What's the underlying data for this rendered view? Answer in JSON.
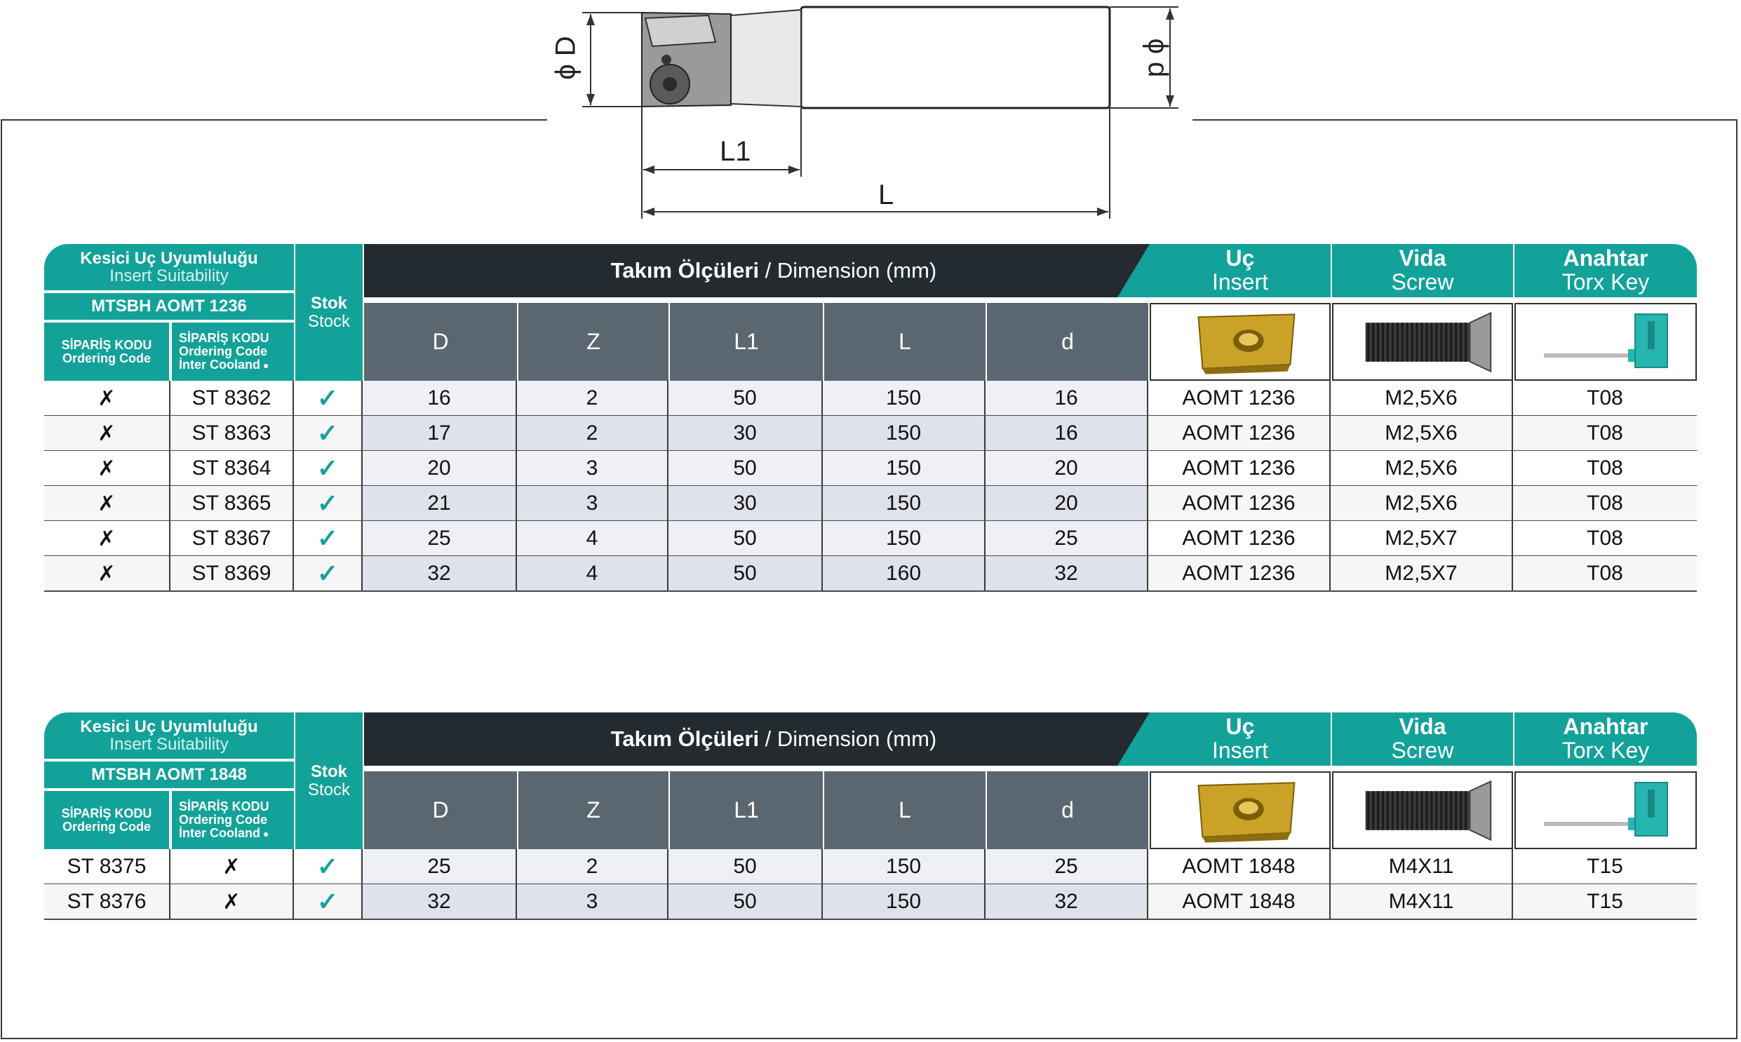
{
  "diagram": {
    "label_D": "ϕ D",
    "label_d": "ϕ d",
    "label_L1": "L1",
    "label_L": "L"
  },
  "tables": [
    {
      "suit_title": "Kesici Uç Uyumluluğu",
      "suit_sub": "Insert Suitability",
      "model": "MTSBH AOMT 1236",
      "ord1_a": "SİPARİŞ KODU",
      "ord1_b": "Ordering Code",
      "ord2_a": "SİPARİŞ KODU",
      "ord2_b": "Ordering Code",
      "ord2_c": "İnter Cooland",
      "stock_a": "Stok",
      "stock_b": "Stock",
      "dim_bold": "Takım Ölçüleri",
      "dim_rest": " / Dimension (mm)",
      "insert_a": "Uç",
      "insert_b": "Insert",
      "screw_a": "Vida",
      "screw_b": "Screw",
      "key_a": "Anahtar",
      "key_b": "Torx Key",
      "cols": [
        "D",
        "Z",
        "L1",
        "L",
        "d"
      ],
      "rows": [
        {
          "code1": "✗",
          "code2": "ST 8362",
          "stock": "✓",
          "D": "16",
          "Z": "2",
          "L1": "50",
          "L": "150",
          "d": "16",
          "insert": "AOMT 1236",
          "screw": "M2,5X6",
          "key": "T08"
        },
        {
          "code1": "✗",
          "code2": "ST 8363",
          "stock": "✓",
          "D": "17",
          "Z": "2",
          "L1": "30",
          "L": "150",
          "d": "16",
          "insert": "AOMT 1236",
          "screw": "M2,5X6",
          "key": "T08"
        },
        {
          "code1": "✗",
          "code2": "ST 8364",
          "stock": "✓",
          "D": "20",
          "Z": "3",
          "L1": "50",
          "L": "150",
          "d": "20",
          "insert": "AOMT 1236",
          "screw": "M2,5X6",
          "key": "T08"
        },
        {
          "code1": "✗",
          "code2": "ST 8365",
          "stock": "✓",
          "D": "21",
          "Z": "3",
          "L1": "30",
          "L": "150",
          "d": "20",
          "insert": "AOMT 1236",
          "screw": "M2,5X6",
          "key": "T08"
        },
        {
          "code1": "✗",
          "code2": "ST 8367",
          "stock": "✓",
          "D": "25",
          "Z": "4",
          "L1": "50",
          "L": "150",
          "d": "25",
          "insert": "AOMT 1236",
          "screw": "M2,5X7",
          "key": "T08"
        },
        {
          "code1": "✗",
          "code2": "ST 8369",
          "stock": "✓",
          "D": "32",
          "Z": "4",
          "L1": "50",
          "L": "160",
          "d": "32",
          "insert": "AOMT 1236",
          "screw": "M2,5X7",
          "key": "T08"
        }
      ]
    },
    {
      "suit_title": "Kesici Uç Uyumluluğu",
      "suit_sub": "Insert Suitability",
      "model": "MTSBH AOMT 1848",
      "ord1_a": "SİPARİŞ KODU",
      "ord1_b": "Ordering Code",
      "ord2_a": "SİPARİŞ KODU",
      "ord2_b": "Ordering Code",
      "ord2_c": "İnter Cooland",
      "stock_a": "Stok",
      "stock_b": "Stock",
      "dim_bold": "Takım Ölçüleri",
      "dim_rest": " / Dimension (mm)",
      "insert_a": "Uç",
      "insert_b": "Insert",
      "screw_a": "Vida",
      "screw_b": "Screw",
      "key_a": "Anahtar",
      "key_b": "Torx Key",
      "cols": [
        "D",
        "Z",
        "L1",
        "L",
        "d"
      ],
      "rows": [
        {
          "code1": "ST 8375",
          "code2": "✗",
          "stock": "✓",
          "D": "25",
          "Z": "2",
          "L1": "50",
          "L": "150",
          "d": "25",
          "insert": "AOMT 1848",
          "screw": "M4X11",
          "key": "T15"
        },
        {
          "code1": "ST 8376",
          "code2": "✗",
          "stock": "✓",
          "D": "32",
          "Z": "3",
          "L1": "50",
          "L": "150",
          "d": "32",
          "insert": "AOMT 1848",
          "screw": "M4X11",
          "key": "T15"
        }
      ]
    }
  ],
  "colors": {
    "teal": "#12a29a",
    "dark": "#232b31",
    "grey": "#5b6770"
  }
}
